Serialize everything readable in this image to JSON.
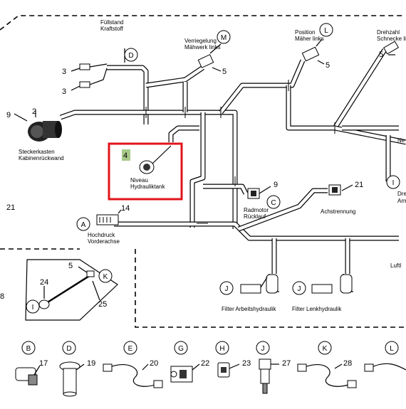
{
  "callouts": {
    "fuel_level": [
      "Füllstand",
      "Kraftstoff"
    ],
    "mower_lock_left": [
      "Verriegelung",
      "Mähwerk links"
    ],
    "position_mower_left": [
      "Position",
      "Mäher links"
    ],
    "speed_screw_left": [
      "Drehzahl",
      "Schnecke links"
    ],
    "connector_box": [
      "Steckerkasten",
      "Kabinenrückwand"
    ],
    "hydraulic_tank_level": [
      "Niveau",
      "Hydrauliktank"
    ],
    "wheel_motor_return": [
      "Radmotor",
      "Rücklauf"
    ],
    "axle_separation": [
      "Achstrennung"
    ],
    "high_pressure_front_axle": [
      "Hochdruck",
      "Vorderachse"
    ],
    "filter_working_hydraulics": "Filter Arbeitshydraulik",
    "filter_steering_hydraulics": "Filter Lenkhydraulik",
    "truncated_ne": "Ne",
    "truncated_dre": "Dre",
    "truncated_arm": "Arm",
    "truncated_luft": "Luftl"
  },
  "part_numbers": {
    "n9_left": "9",
    "n21_left": "21",
    "n8_left": "8",
    "n2": "2",
    "n3a": "3",
    "n3b": "3",
    "n5a": "5",
    "n5b": "5",
    "n5c": "5",
    "n4": "4",
    "n9": "9",
    "n21": "21",
    "n14": "14",
    "n5d": "5",
    "n24": "24",
    "n25": "25",
    "n17": "17",
    "n19": "19",
    "n20": "20",
    "n22": "22",
    "n23": "23",
    "n27": "27",
    "n28": "28"
  },
  "circle_letters": {
    "D_top": "D",
    "M_top": "M",
    "L_top": "L",
    "I_right": "I",
    "C": "C",
    "A": "A",
    "K_inset": "K",
    "I_inset": "I",
    "J1": "J",
    "J2": "J",
    "B_bottom": "B",
    "D_bottom": "D",
    "E_bottom": "E",
    "G_bottom": "G",
    "H_bottom": "H",
    "J_bottom": "J",
    "K_bottom": "K",
    "L_bottom": "L"
  },
  "highlight_color": "#e0141b",
  "number_highlight_color": "#a9c98a"
}
